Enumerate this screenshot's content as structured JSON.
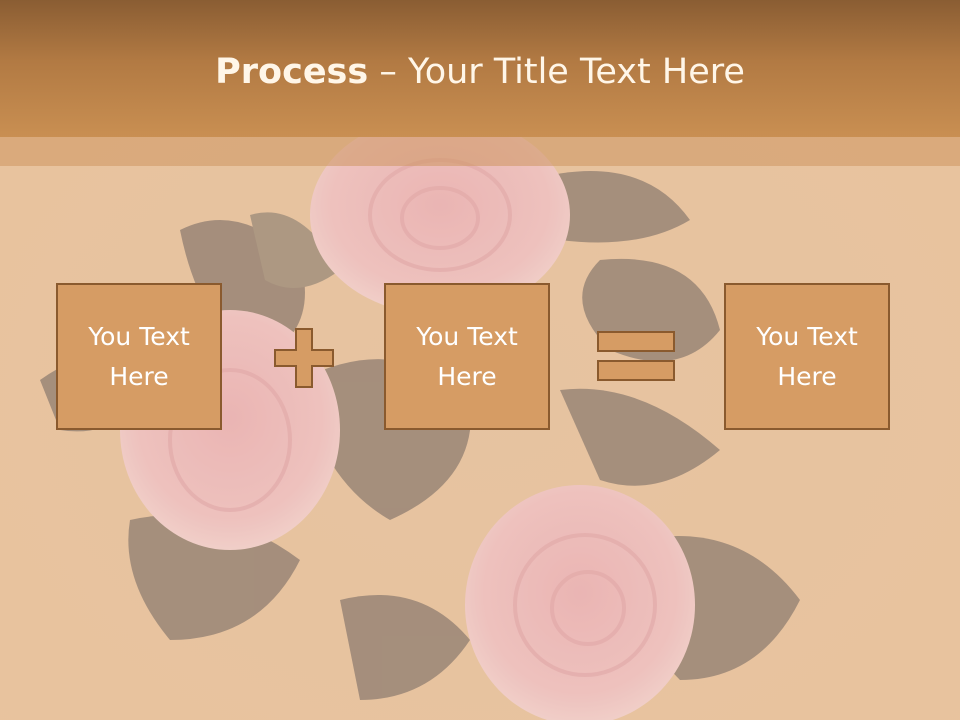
{
  "slide": {
    "title_bold": "Process",
    "title_sep": " – ",
    "title_rest": "Your Title Text Here"
  },
  "boxes": [
    {
      "text": "You Text\nHere"
    },
    {
      "text": "You Text\nHere"
    },
    {
      "text": "You Text\nHere"
    }
  ],
  "operators": [
    "plus-icon",
    "equals-icon"
  ],
  "colors": {
    "header": "#b27a43",
    "box_fill": "#d69c64",
    "box_border": "#8a5a2e",
    "text": "#ffffff"
  }
}
